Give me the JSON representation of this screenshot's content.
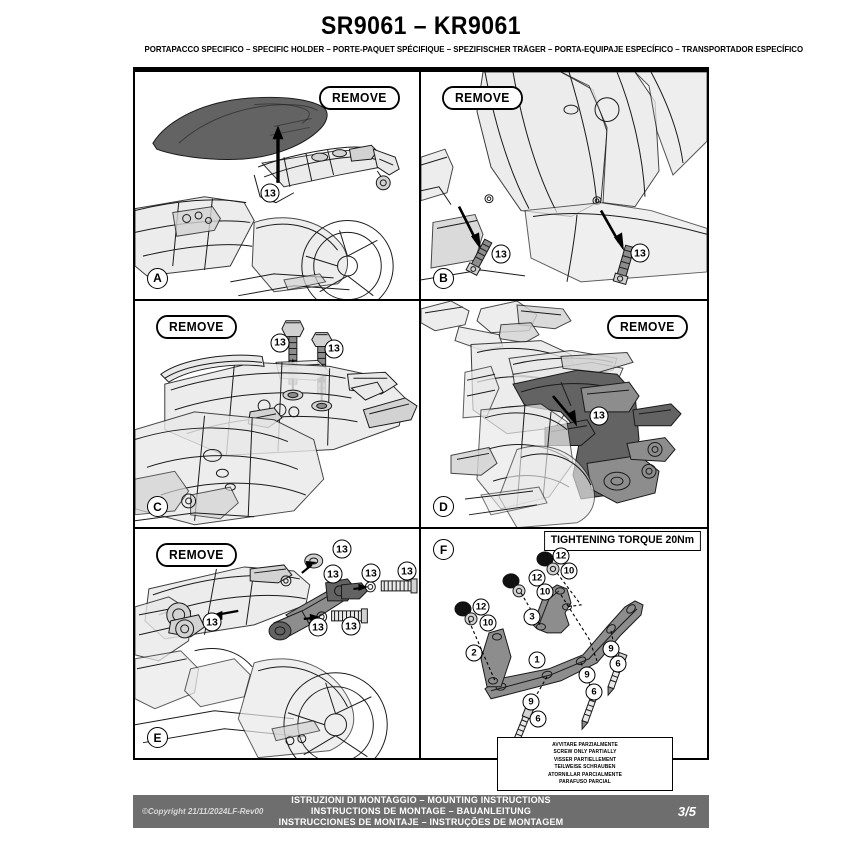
{
  "header": {
    "title": "SR9061 – KR9061",
    "subtitle": "PORTAPACCO SPECIFICO – SPECIFIC HOLDER – PORTE-PAQUET SPÉCIFIQUE – SPEZIFISCHER TRÄGER – PORTA-EQUIPAJE ESPECÍFICO – TRANSPORTADOR ESPECÍFICO"
  },
  "panels": [
    {
      "letter": "A",
      "badge": "REMOVE",
      "callouts": [
        "13"
      ]
    },
    {
      "letter": "B",
      "badge": "REMOVE",
      "callouts": [
        "13",
        "13"
      ]
    },
    {
      "letter": "C",
      "badge": "REMOVE",
      "callouts": [
        "13",
        "13"
      ]
    },
    {
      "letter": "D",
      "badge": "REMOVE",
      "callouts": [
        "13"
      ]
    },
    {
      "letter": "E",
      "badge": "REMOVE",
      "callouts": [
        "13",
        "13",
        "13",
        "13",
        "13",
        "13",
        "13"
      ]
    },
    {
      "letter": "F",
      "torque_label": "TIGHTENING TORQUE 20Nm",
      "callouts": [
        "12",
        "10",
        "2",
        "12",
        "10",
        "3",
        "1",
        "9",
        "6",
        "9",
        "6",
        "9",
        "6"
      ]
    }
  ],
  "warning": {
    "lines": [
      "AVVITARE PARZIALMENTE",
      "SCREW ONLY PARTIALLY",
      "VISSER PARTIELLEMENT",
      "TEILWEISE SCHRAUBEN",
      "ATORNILLAR PARCIALMENTE",
      "PARAFUSO PARCIAL"
    ]
  },
  "footer": {
    "copyright": "©Copyright 21/11/2024LF-Rev00",
    "lines": [
      "ISTRUZIONI DI MONTAGGIO  –  MOUNTING INSTRUCTIONS",
      "INSTRUCTIONS DE MONTAGE – BAUANLEITUNG",
      "INSTRUCCIONES DE MONTAJE – INSTRUÇÕES DE MONTAGEM"
    ],
    "page": "3/5"
  }
}
